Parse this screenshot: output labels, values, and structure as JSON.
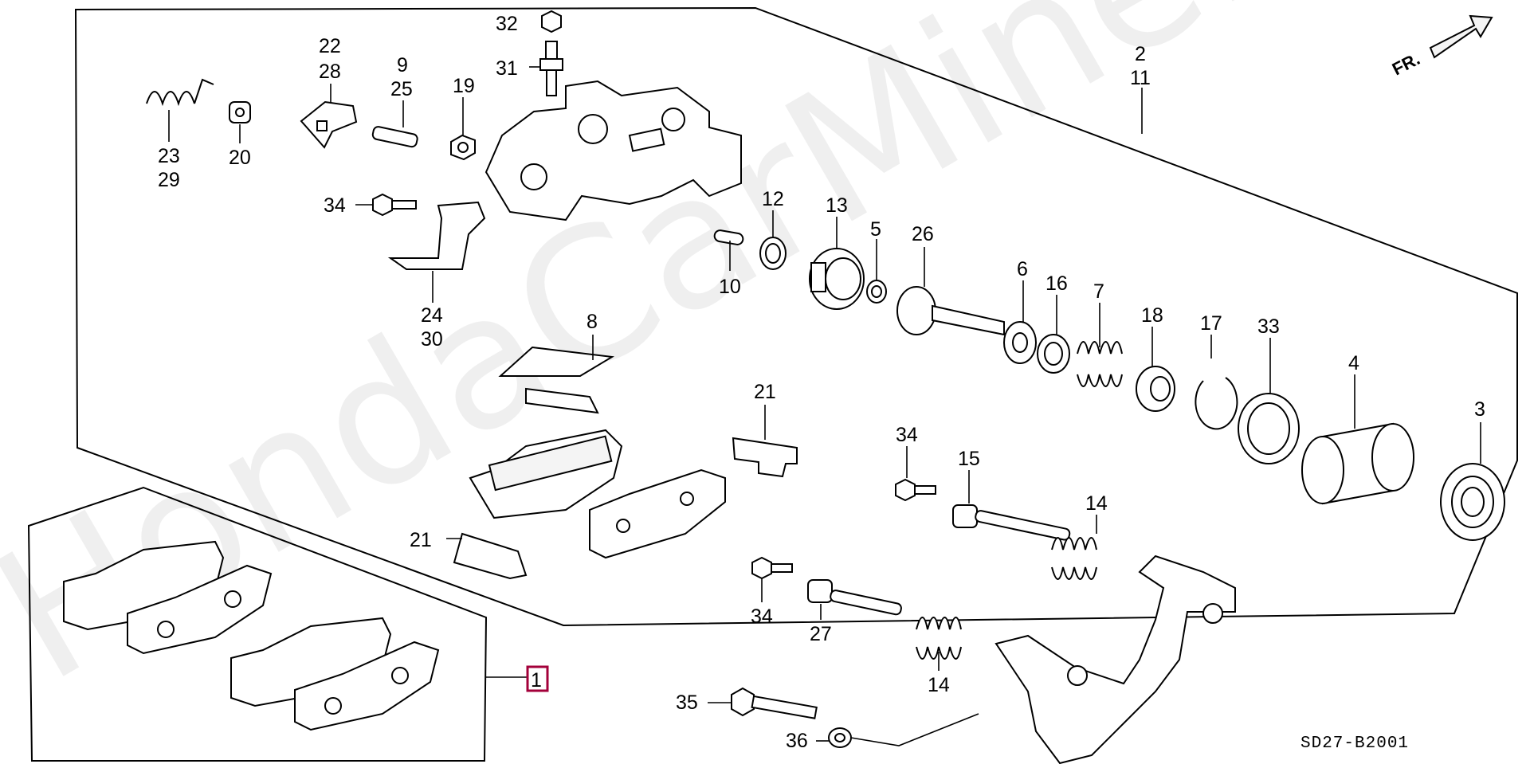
{
  "watermark": "HondaCarMine.ru",
  "drawing_code": "SD27-B2001",
  "direction_label": "FR.",
  "highlight_color": "#a3003a",
  "callouts": {
    "c1": "1",
    "c2": "2",
    "c11": "11",
    "c3": "3",
    "c4": "4",
    "c5": "5",
    "c6": "6",
    "c7": "7",
    "c8": "8",
    "c9": "9",
    "c25": "25",
    "c10": "10",
    "c12": "12",
    "c13": "13",
    "c14a": "14",
    "c14b": "14",
    "c15": "15",
    "c16": "16",
    "c17": "17",
    "c18": "18",
    "c19": "19",
    "c20": "20",
    "c21a": "21",
    "c21b": "21",
    "c22": "22",
    "c28": "28",
    "c23": "23",
    "c29": "29",
    "c24": "24",
    "c30": "30",
    "c26": "26",
    "c27": "27",
    "c31": "31",
    "c32": "32",
    "c33": "33",
    "c34a": "34",
    "c34b": "34",
    "c34c": "34",
    "c35": "35",
    "c36": "36"
  }
}
